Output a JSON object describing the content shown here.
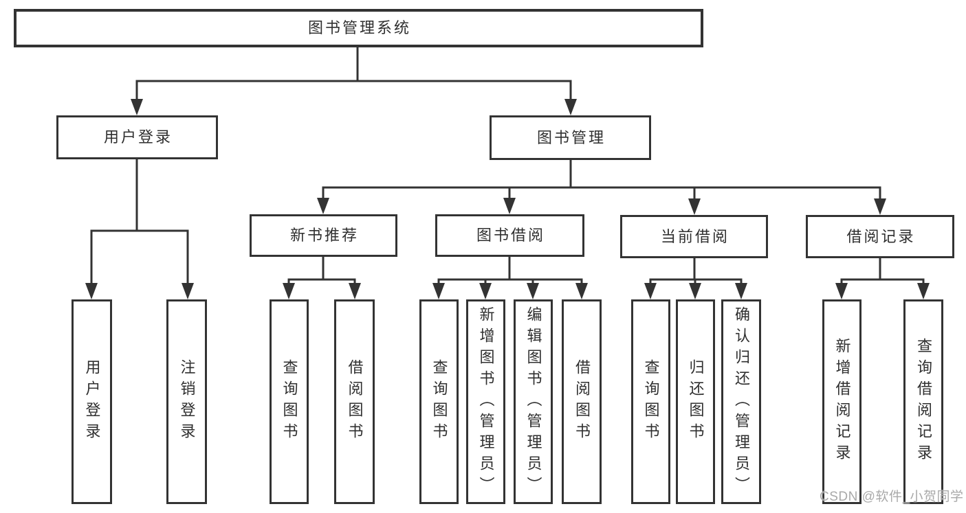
{
  "colors": {
    "line": "#333333",
    "box_border": "#333333",
    "box_fill": "#ffffff",
    "text": "#2f2f2f",
    "watermark": "#a9a9a9",
    "background": "#ffffff"
  },
  "watermark": {
    "text": "CSDN @软件_小贺同学"
  },
  "tree": {
    "label": "图书管理系统",
    "children": [
      {
        "label": "用户登录",
        "children": [
          {
            "label": "用户登录"
          },
          {
            "label": "注销登录"
          }
        ]
      },
      {
        "label": "图书管理",
        "children": [
          {
            "label": "新书推荐",
            "children": [
              {
                "label": "查询图书"
              },
              {
                "label": "借阅图书"
              }
            ]
          },
          {
            "label": "图书借阅",
            "children": [
              {
                "label": "查询图书"
              },
              {
                "label": "新增图书（管理员）"
              },
              {
                "label": "编辑图书（管理员）"
              },
              {
                "label": "借阅图书"
              }
            ]
          },
          {
            "label": "当前借阅",
            "children": [
              {
                "label": "查询图书"
              },
              {
                "label": "归还图书"
              },
              {
                "label": "确认归还（管理员）"
              }
            ]
          },
          {
            "label": "借阅记录",
            "children": [
              {
                "label": "新增借阅记录"
              },
              {
                "label": "查询借阅记录"
              }
            ]
          }
        ]
      }
    ]
  }
}
